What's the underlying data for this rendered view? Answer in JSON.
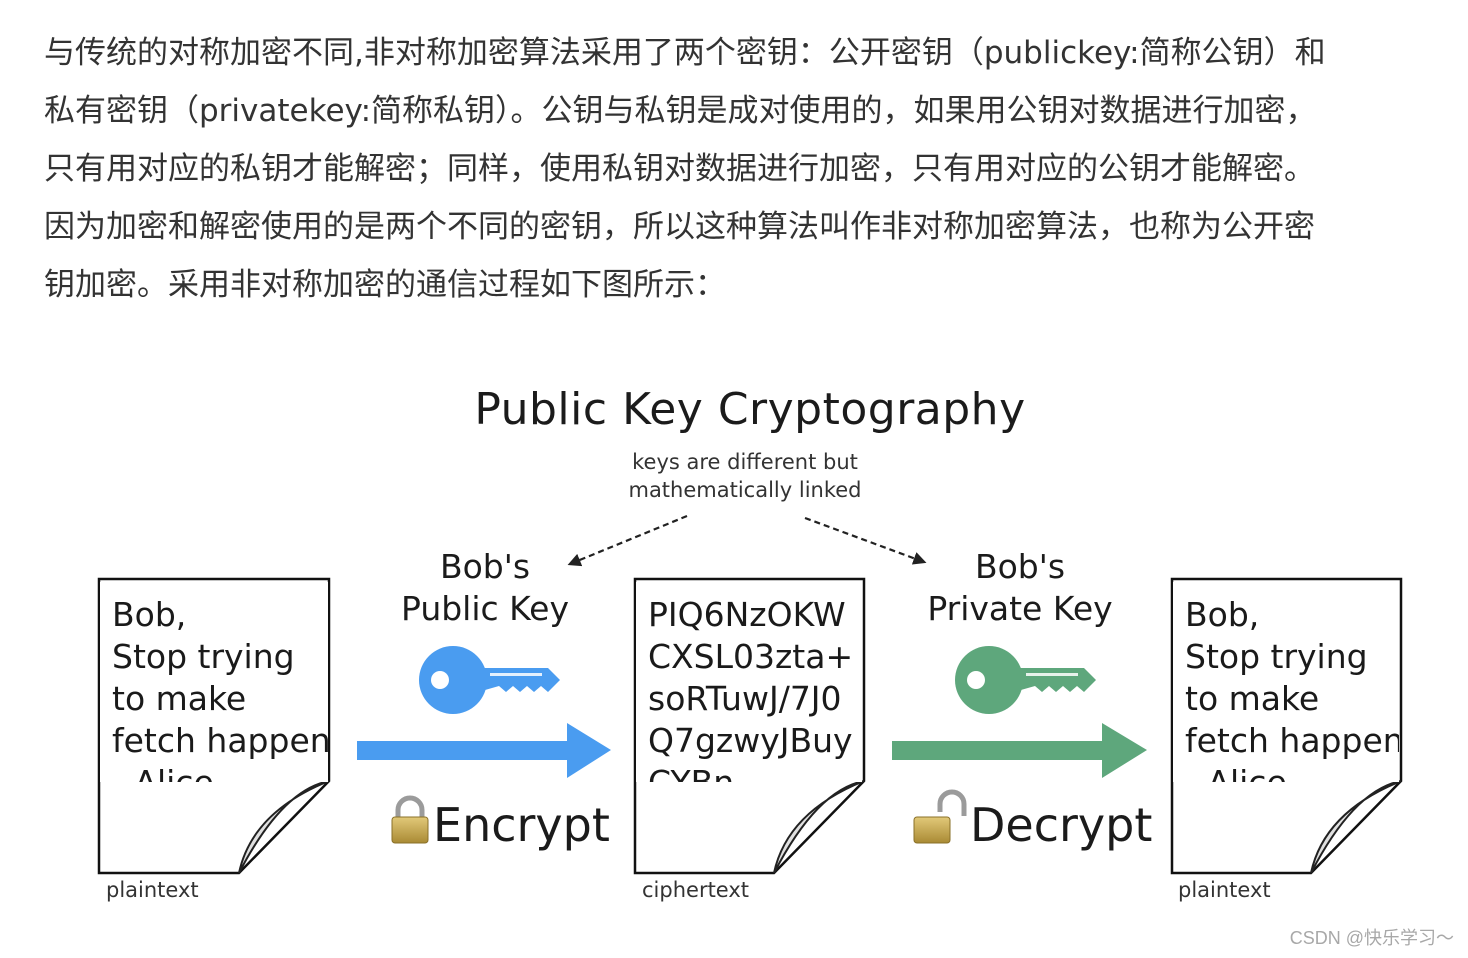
{
  "intro": {
    "lines": [
      "与传统的对称加密不同,非对称加密算法采用了两个密钥：公开密钥（publickey:简称公钥）和",
      "私有密钥（privatekey:简称私钥）。公钥与私钥是成对使用的，如果用公钥对数据进行加密，",
      "只有用对应的私钥才能解密；同样，使用私钥对数据进行加密，只有用对应的公钥才能解密。",
      "因为加密和解密使用的是两个不同的密钥，所以这种算法叫作非对称加密算法，也称为公开密",
      "钥加密。采用非对称加密的通信过程如下图所示："
    ]
  },
  "diagram": {
    "title": "Public Key Cryptography",
    "note": [
      "keys are different but",
      "mathematically linked"
    ],
    "plaintext_left": {
      "lines": [
        "Bob,",
        "Stop trying",
        "to make",
        "fetch happen.",
        "- Alice"
      ],
      "label": "plaintext"
    },
    "ciphertext": {
      "lines": [
        "PIQ6NzOKW",
        "CXSL03zta+",
        "soRTuwJ/7J0",
        "Q7gzwyJBuy",
        "CYBn"
      ],
      "label": "ciphertext"
    },
    "plaintext_right": {
      "lines": [
        "Bob,",
        "Stop trying",
        "to make",
        "fetch happen.",
        "- Alice"
      ],
      "label": "plaintext"
    },
    "public_key": {
      "label": [
        "Bob's",
        "Public Key"
      ],
      "color": "#4a9cf0"
    },
    "private_key": {
      "label": [
        "Bob's",
        "Private Key"
      ],
      "color": "#5ea77c"
    },
    "encrypt": {
      "label": "Encrypt",
      "color": "#4a9cf0"
    },
    "decrypt": {
      "label": "Decrypt",
      "color": "#5ea77c"
    }
  },
  "watermark": "CSDN @快乐学习～"
}
